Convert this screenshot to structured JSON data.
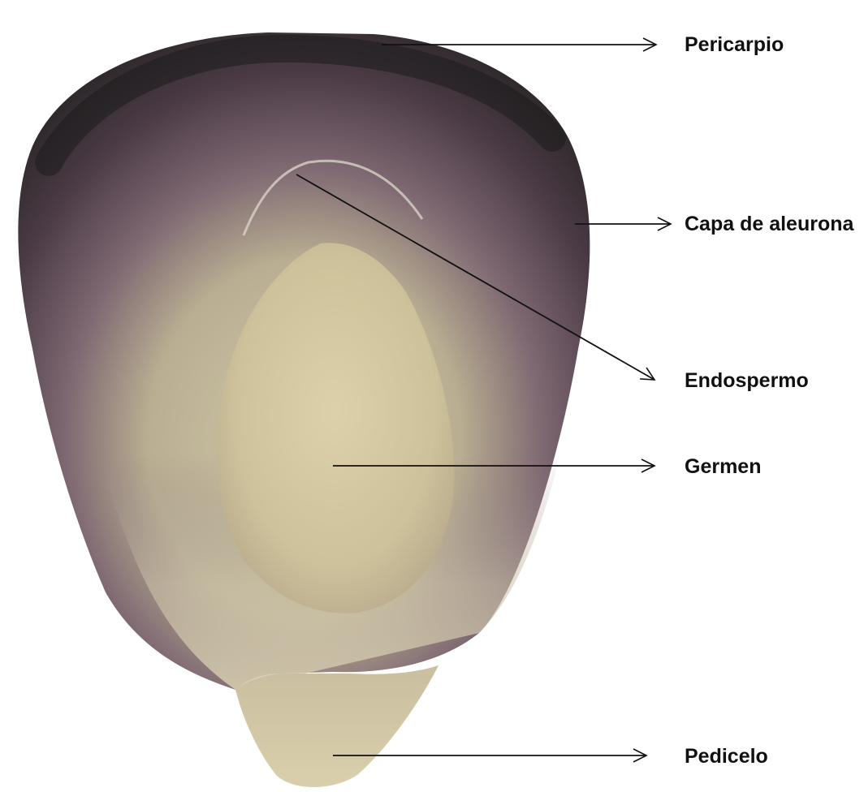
{
  "figure": {
    "subject": "kernel",
    "labels": [
      {
        "id": "pericarpio",
        "text": "Pericarpio"
      },
      {
        "id": "capa-aleurona",
        "text": "Capa de aleurona"
      },
      {
        "id": "endospermo",
        "text": "Endospermo"
      },
      {
        "id": "germen",
        "text": "Germen"
      },
      {
        "id": "pedicelo",
        "text": "Pedicelo"
      }
    ]
  },
  "colors": {
    "pericarp_dark": "#2c2a28",
    "aleurone_purple": "#5a3f4c",
    "endosperm": "#c9bf9c",
    "germ": "#d8cca4",
    "pedicel": "#d2c7a4",
    "arrow": "#111111",
    "background": "#ffffff"
  }
}
